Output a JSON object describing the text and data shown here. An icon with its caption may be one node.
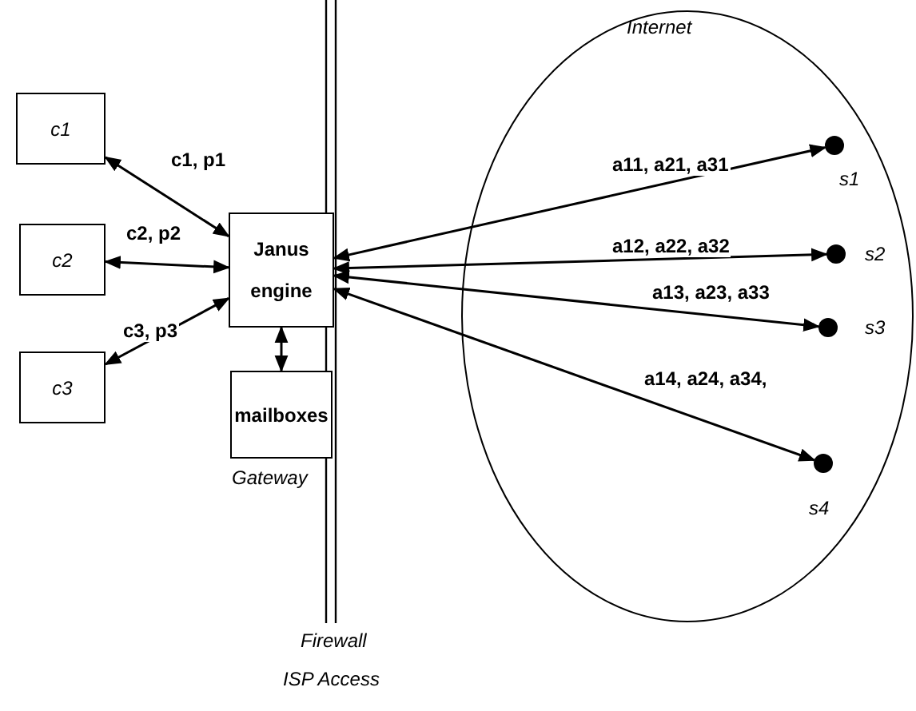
{
  "diagram": {
    "nodes": [
      {
        "text": [
          "c1"
        ]
      },
      {
        "text": [
          "c2"
        ]
      },
      {
        "text": [
          "c3"
        ]
      },
      {
        "text": [
          "Janus engine"
        ]
      },
      {
        "text": [
          "mailboxes"
        ]
      },
      {
        "text": [
          "Internet"
        ]
      },
      {
        "text": [],
        "shape": "circle",
        "beside": [
          "s1"
        ],
        "in": 5
      },
      {
        "text": [],
        "shape": "circle",
        "beside": [
          "s2"
        ],
        "in": 5
      },
      {
        "text": [],
        "shape": "circle",
        "beside": [
          "s3"
        ],
        "in": 5
      },
      {
        "text": [],
        "shape": "circle",
        "beside": [
          "s4"
        ],
        "in": 5
      }
    ],
    "edges": [
      {
        "from": 3,
        "to": 0,
        "arrow": "both",
        "label": "c1, p1"
      },
      {
        "from": 3,
        "to": 1,
        "arrow": "both",
        "label": "c2, p2"
      },
      {
        "from": 3,
        "to": 2,
        "arrow": "both",
        "label": "c3, p3"
      },
      {
        "from": 3,
        "to": 4,
        "arrow": "both"
      },
      {
        "from": 3,
        "to": 6,
        "arrow": "both",
        "label": "a11, a21, a31"
      },
      {
        "from": 3,
        "to": 7,
        "arrow": "both",
        "label": "a12, a22, a32"
      },
      {
        "from": 3,
        "to": 8,
        "arrow": "both",
        "label": "a13, a23, a33"
      },
      {
        "from": 3,
        "to": 9,
        "arrow": "both",
        "label": "a14, a24, a34,"
      }
    ],
    "labels": [
      "Gateway",
      "Firewall",
      "ISP Access"
    ]
  }
}
